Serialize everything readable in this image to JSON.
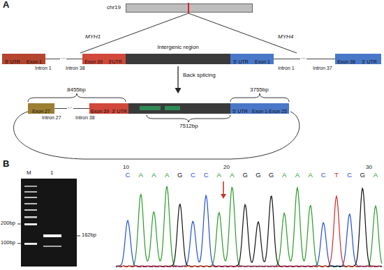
{
  "diagram": {
    "nodes": [
      {
        "text": [
          "chr19"
        ]
      },
      {
        "text": [
          "5' UTR"
        ]
      },
      {
        "text": [
          "Exon 1"
        ]
      },
      {
        "text": [
          "Exon 39"
        ]
      },
      {
        "text": [
          "3'UTR"
        ]
      },
      {
        "text": [
          "Intergenic region"
        ]
      },
      {
        "text": [
          "5' UTR"
        ]
      },
      {
        "text": [
          "Exon 1"
        ]
      },
      {
        "text": [
          "Exon 38"
        ]
      },
      {
        "text": [
          "3' UTR"
        ]
      },
      {
        "text": [
          "Exon 27"
        ]
      },
      {
        "text": [
          "Exon 39"
        ]
      },
      {
        "text": [
          "3' UTR"
        ]
      },
      {
        "text": [
          "5' UTR"
        ]
      },
      {
        "text": [
          "Exon 1-Exon 25"
        ]
      }
    ],
    "labels": [
      "A",
      "MYH1",
      "MYH4",
      "...",
      "Intron 1",
      "Intron 38",
      "Intron 1",
      "...",
      "Intron 37",
      "Back splicing",
      "8455bp",
      "3755bp",
      "...",
      "Intron 27",
      "Intron 38",
      "7512bp",
      "B",
      "M",
      "1",
      "200bp",
      "100bp",
      "162bp",
      "10",
      "20",
      "30",
      "C",
      "A",
      "A",
      "A",
      "G",
      "C",
      "C",
      "A",
      "A",
      "G",
      "G",
      "G",
      "A",
      "A",
      "A",
      "C",
      "T",
      "C",
      "G",
      "A"
    ]
  }
}
